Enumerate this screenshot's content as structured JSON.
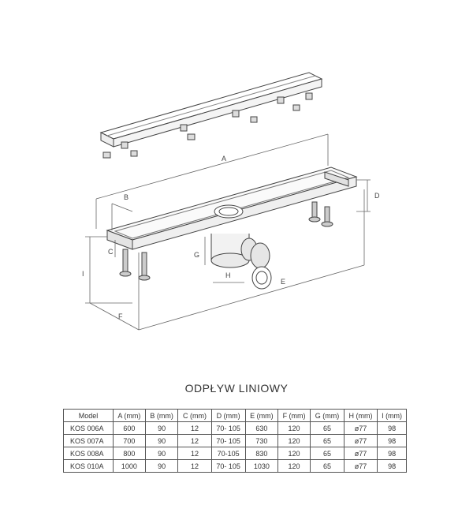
{
  "title": "ODPŁYW LINIOWY",
  "dimension_labels": {
    "A": "A",
    "B": "B",
    "C": "C",
    "D": "D",
    "E": "E",
    "F": "F",
    "G": "G",
    "H": "H",
    "I": "I"
  },
  "table": {
    "headers": [
      "Model",
      "A (mm)",
      "B (mm)",
      "C (mm)",
      "D (mm)",
      "E (mm)",
      "F (mm)",
      "G (mm)",
      "H (mm)",
      "I (mm)"
    ],
    "rows": [
      [
        "KOS 006A",
        "600",
        "90",
        "12",
        "70- 105",
        "630",
        "120",
        "65",
        "ø77",
        "98"
      ],
      [
        "KOS 007A",
        "700",
        "90",
        "12",
        "70- 105",
        "730",
        "120",
        "65",
        "ø77",
        "98"
      ],
      [
        "KOS 008A",
        "800",
        "90",
        "12",
        "70-105",
        "830",
        "120",
        "65",
        "ø77",
        "98"
      ],
      [
        "KOS 010A",
        "1000",
        "90",
        "12",
        "70- 105",
        "1030",
        "120",
        "65",
        "ø77",
        "98"
      ]
    ]
  }
}
